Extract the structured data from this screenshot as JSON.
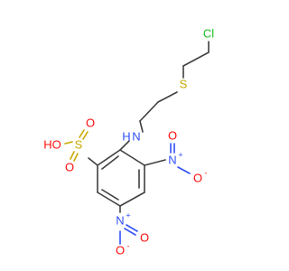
{
  "molecule": {
    "colors": {
      "bond": "#404040",
      "carbon": "#404040",
      "nitrogen": "#3050F8",
      "oxygen": "#FF0D0D",
      "sulfur": "#C8A800",
      "chlorine": "#1FBF1F"
    },
    "atom_labels": {
      "cl": "Cl",
      "s_thioether": "S",
      "nh": "N",
      "h_amine": "H",
      "s_sulfonic": "S",
      "oh": "HO",
      "o_sulfonyl_top": "O",
      "o_sulfonyl_bottom": "O",
      "n_nitro_3": "N",
      "n_nitro_3_charge": "+",
      "o_nitro_3_double": "O",
      "o_nitro_3_single": "O",
      "o_nitro_3_charge": "-",
      "n_nitro_5": "N",
      "n_nitro_5_charge": "+",
      "o_nitro_5_double": "O",
      "o_nitro_5_single": "O",
      "o_nitro_5_charge": "-"
    }
  }
}
